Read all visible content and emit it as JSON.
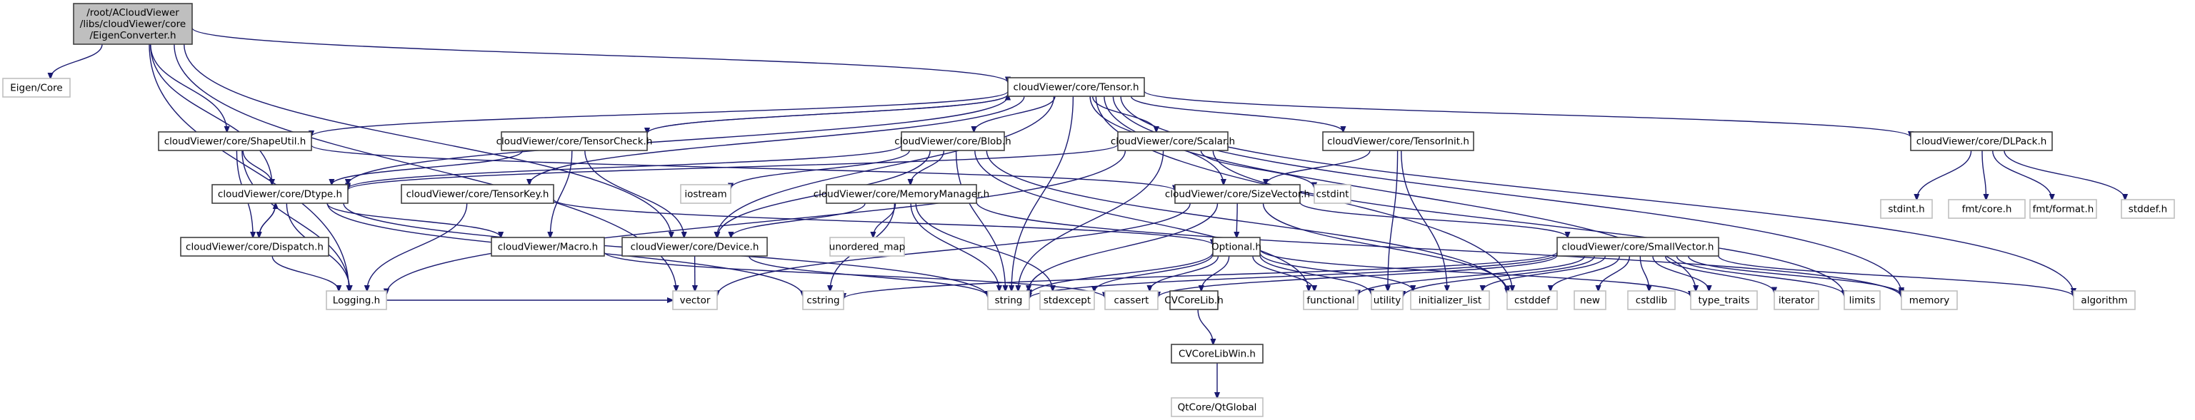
{
  "graph": {
    "title": "Include dependency graph for EigenConverter.h",
    "edge_color": "#191970",
    "root_fill": "#bfbfbf",
    "nodes": [
      {
        "id": "root",
        "kind": "main",
        "lines": [
          "/root/ACloudViewer",
          "/libs/cloudViewer/core",
          "/EigenConverter.h"
        ]
      },
      {
        "id": "eigen_core",
        "kind": "ext",
        "lines": [
          "Eigen/Core"
        ]
      },
      {
        "id": "tensor",
        "kind": "doc",
        "lines": [
          "cloudViewer/core/Tensor.h"
        ]
      },
      {
        "id": "shapeutil",
        "kind": "doc",
        "lines": [
          "cloudViewer/core/ShapeUtil.h"
        ]
      },
      {
        "id": "tensorcheck",
        "kind": "doc",
        "lines": [
          "cloudViewer/core/TensorCheck.h"
        ]
      },
      {
        "id": "blob",
        "kind": "doc",
        "lines": [
          "cloudViewer/core/Blob.h"
        ]
      },
      {
        "id": "scalar",
        "kind": "doc",
        "lines": [
          "cloudViewer/core/Scalar.h"
        ]
      },
      {
        "id": "tensorinit",
        "kind": "doc",
        "lines": [
          "cloudViewer/core/TensorInit.h"
        ]
      },
      {
        "id": "dlpack",
        "kind": "doc",
        "lines": [
          "cloudViewer/core/DLPack.h"
        ]
      },
      {
        "id": "dtype",
        "kind": "doc",
        "lines": [
          "cloudViewer/core/Dtype.h"
        ]
      },
      {
        "id": "tensorkey",
        "kind": "doc",
        "lines": [
          "cloudViewer/core/TensorKey.h"
        ]
      },
      {
        "id": "iostream",
        "kind": "ext",
        "lines": [
          "iostream"
        ]
      },
      {
        "id": "memorymanager",
        "kind": "doc",
        "lines": [
          "cloudViewer/core/MemoryManager.h"
        ]
      },
      {
        "id": "sizevector",
        "kind": "doc",
        "lines": [
          "cloudViewer/core/SizeVector.h"
        ]
      },
      {
        "id": "cstdint",
        "kind": "ext",
        "lines": [
          "cstdint"
        ]
      },
      {
        "id": "stdint",
        "kind": "ext",
        "lines": [
          "stdint.h"
        ]
      },
      {
        "id": "fmtcore",
        "kind": "ext",
        "lines": [
          "fmt/core.h"
        ]
      },
      {
        "id": "fmtformat",
        "kind": "ext",
        "lines": [
          "fmt/format.h"
        ]
      },
      {
        "id": "stddef",
        "kind": "ext",
        "lines": [
          "stddef.h"
        ]
      },
      {
        "id": "dispatch",
        "kind": "doc",
        "lines": [
          "cloudViewer/core/Dispatch.h"
        ]
      },
      {
        "id": "macro",
        "kind": "doc",
        "lines": [
          "cloudViewer/Macro.h"
        ]
      },
      {
        "id": "device",
        "kind": "doc",
        "lines": [
          "cloudViewer/core/Device.h"
        ]
      },
      {
        "id": "unordered_map",
        "kind": "ext",
        "lines": [
          "unordered_map"
        ]
      },
      {
        "id": "optional",
        "kind": "doc",
        "lines": [
          "Optional.h"
        ]
      },
      {
        "id": "smallvector",
        "kind": "doc",
        "lines": [
          "cloudViewer/core/SmallVector.h"
        ]
      },
      {
        "id": "logging",
        "kind": "ext",
        "lines": [
          "Logging.h"
        ]
      },
      {
        "id": "vector",
        "kind": "ext",
        "lines": [
          "vector"
        ]
      },
      {
        "id": "cstring",
        "kind": "ext",
        "lines": [
          "cstring"
        ]
      },
      {
        "id": "string",
        "kind": "ext",
        "lines": [
          "string"
        ]
      },
      {
        "id": "stdexcept",
        "kind": "ext",
        "lines": [
          "stdexcept"
        ]
      },
      {
        "id": "cassert",
        "kind": "ext",
        "lines": [
          "cassert"
        ]
      },
      {
        "id": "cvcorelib",
        "kind": "doc",
        "lines": [
          "CVCoreLib.h"
        ]
      },
      {
        "id": "functional",
        "kind": "ext",
        "lines": [
          "functional"
        ]
      },
      {
        "id": "utility",
        "kind": "ext",
        "lines": [
          "utility"
        ]
      },
      {
        "id": "initializer_list",
        "kind": "ext",
        "lines": [
          "initializer_list"
        ]
      },
      {
        "id": "cstddef",
        "kind": "ext",
        "lines": [
          "cstddef"
        ]
      },
      {
        "id": "new",
        "kind": "ext",
        "lines": [
          "new"
        ]
      },
      {
        "id": "cstdlib",
        "kind": "ext",
        "lines": [
          "cstdlib"
        ]
      },
      {
        "id": "type_traits",
        "kind": "ext",
        "lines": [
          "type_traits"
        ]
      },
      {
        "id": "iterator",
        "kind": "ext",
        "lines": [
          "iterator"
        ]
      },
      {
        "id": "limits",
        "kind": "ext",
        "lines": [
          "limits"
        ]
      },
      {
        "id": "memory",
        "kind": "ext",
        "lines": [
          "memory"
        ]
      },
      {
        "id": "algorithm",
        "kind": "ext",
        "lines": [
          "algorithm"
        ]
      },
      {
        "id": "cvcorelibwin",
        "kind": "doc",
        "lines": [
          "CVCoreLibWin.h"
        ]
      },
      {
        "id": "qtglobal",
        "kind": "ext",
        "lines": [
          "QtCore/QtGlobal"
        ]
      }
    ],
    "edges": [
      [
        "root",
        "eigen_core"
      ],
      [
        "root",
        "tensor"
      ],
      [
        "root",
        "dtype"
      ],
      [
        "root",
        "device"
      ],
      [
        "root",
        "logging"
      ],
      [
        "root",
        "vector"
      ],
      [
        "root",
        "shapeutil"
      ],
      [
        "tensor",
        "shapeutil"
      ],
      [
        "tensor",
        "tensorcheck"
      ],
      [
        "tensor",
        "blob"
      ],
      [
        "tensor",
        "scalar"
      ],
      [
        "tensor",
        "tensorinit"
      ],
      [
        "tensor",
        "dlpack"
      ],
      [
        "tensor",
        "dtype"
      ],
      [
        "tensor",
        "tensorkey"
      ],
      [
        "tensor",
        "device"
      ],
      [
        "tensor",
        "sizevector"
      ],
      [
        "tensor",
        "string"
      ],
      [
        "tensor",
        "cstddef"
      ],
      [
        "tensor",
        "memory"
      ],
      [
        "tensor",
        "type_traits"
      ],
      [
        "tensor",
        "algorithm"
      ],
      [
        "shapeutil",
        "dtype"
      ],
      [
        "shapeutil",
        "dispatch"
      ],
      [
        "shapeutil",
        "sizevector"
      ],
      [
        "shapeutil",
        "logging"
      ],
      [
        "tensorcheck",
        "tensor"
      ],
      [
        "tensorcheck",
        "dtype"
      ],
      [
        "tensorcheck",
        "device"
      ],
      [
        "tensorcheck",
        "macro"
      ],
      [
        "blob",
        "device"
      ],
      [
        "blob",
        "memorymanager"
      ],
      [
        "blob",
        "iostream"
      ],
      [
        "blob",
        "string"
      ],
      [
        "blob",
        "functional"
      ],
      [
        "blob",
        "cstddef"
      ],
      [
        "blob",
        "dtype"
      ],
      [
        "scalar",
        "dtype"
      ],
      [
        "scalar",
        "cstdint"
      ],
      [
        "scalar",
        "logging"
      ],
      [
        "scalar",
        "string"
      ],
      [
        "scalar",
        "limits"
      ],
      [
        "tensorinit",
        "sizevector"
      ],
      [
        "tensorinit",
        "initializer_list"
      ],
      [
        "tensorinit",
        "utility"
      ],
      [
        "dlpack",
        "stdint"
      ],
      [
        "dlpack",
        "fmtcore"
      ],
      [
        "dlpack",
        "fmtformat"
      ],
      [
        "dlpack",
        "stddef"
      ],
      [
        "dtype",
        "dispatch"
      ],
      [
        "dtype",
        "macro"
      ],
      [
        "dtype",
        "logging"
      ],
      [
        "dtype",
        "string"
      ],
      [
        "dtype",
        "cstring"
      ],
      [
        "dispatch",
        "dtype"
      ],
      [
        "dispatch",
        "logging"
      ],
      [
        "tensorkey",
        "logging"
      ],
      [
        "tensorkey",
        "optional"
      ],
      [
        "memorymanager",
        "device"
      ],
      [
        "memorymanager",
        "unordered_map"
      ],
      [
        "memorymanager",
        "cstring"
      ],
      [
        "memorymanager",
        "string"
      ],
      [
        "memorymanager",
        "stdexcept"
      ],
      [
        "memorymanager",
        "memory"
      ],
      [
        "sizevector",
        "optional"
      ],
      [
        "sizevector",
        "smallvector"
      ],
      [
        "sizevector",
        "vector"
      ],
      [
        "sizevector",
        "string"
      ],
      [
        "sizevector",
        "cstddef"
      ],
      [
        "device",
        "vector"
      ],
      [
        "device",
        "string"
      ],
      [
        "macro",
        "cassert"
      ],
      [
        "optional",
        "cvcorelib"
      ],
      [
        "optional",
        "string"
      ],
      [
        "optional",
        "stdexcept"
      ],
      [
        "optional",
        "cassert"
      ],
      [
        "optional",
        "functional"
      ],
      [
        "optional",
        "utility"
      ],
      [
        "optional",
        "initializer_list"
      ],
      [
        "optional",
        "type_traits"
      ],
      [
        "smallvector",
        "cstddef"
      ],
      [
        "smallvector",
        "new"
      ],
      [
        "smallvector",
        "cstdlib"
      ],
      [
        "smallvector",
        "type_traits"
      ],
      [
        "smallvector",
        "iterator"
      ],
      [
        "smallvector",
        "limits"
      ],
      [
        "smallvector",
        "memory"
      ],
      [
        "smallvector",
        "algorithm"
      ],
      [
        "smallvector",
        "string"
      ],
      [
        "smallvector",
        "cstring"
      ],
      [
        "smallvector",
        "cassert"
      ],
      [
        "smallvector",
        "functional"
      ],
      [
        "smallvector",
        "utility"
      ],
      [
        "smallvector",
        "initializer_list"
      ],
      [
        "cvcorelib",
        "cvcorelibwin"
      ],
      [
        "cvcorelibwin",
        "qtglobal"
      ],
      [
        "logging",
        "vector"
      ]
    ]
  }
}
